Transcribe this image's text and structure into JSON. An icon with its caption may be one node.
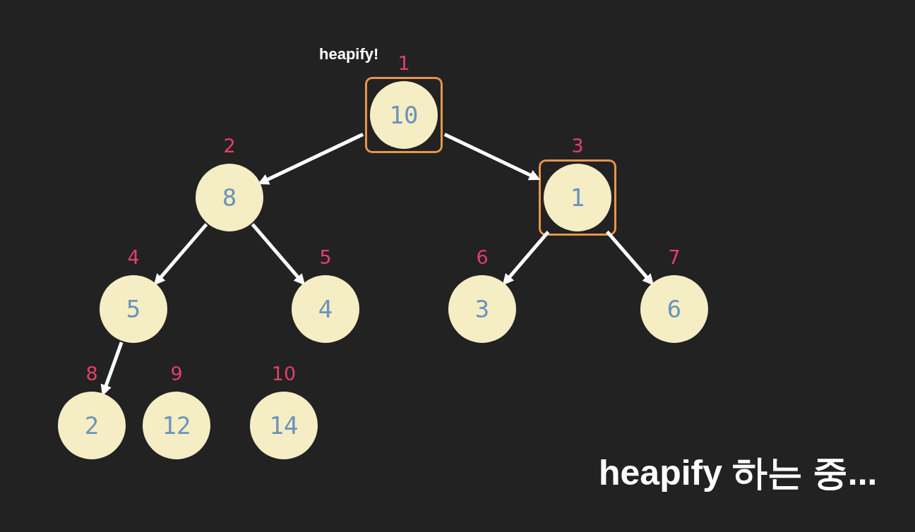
{
  "diagram": {
    "nodes": [
      {
        "text": [],
        "shape": "box"
      },
      {
        "text": [
          "10"
        ],
        "beside": [
          "1"
        ],
        "in": 0
      },
      {
        "text": [
          "8"
        ],
        "beside": [
          "2"
        ]
      },
      {
        "text": [],
        "shape": "box"
      },
      {
        "text": [
          "1"
        ],
        "beside": [
          "3"
        ],
        "in": 3
      },
      {
        "text": [
          "5"
        ],
        "beside": [
          "4"
        ]
      },
      {
        "text": [
          "4"
        ],
        "beside": [
          "5"
        ]
      },
      {
        "text": [
          "3"
        ],
        "beside": [
          "6"
        ]
      },
      {
        "text": [
          "6"
        ],
        "beside": [
          "7"
        ]
      },
      {
        "text": [
          "2"
        ],
        "beside": [
          "8"
        ]
      },
      {
        "text": [
          "12"
        ],
        "beside": [
          "9"
        ]
      },
      {
        "text": [
          "14"
        ],
        "beside": [
          "10"
        ]
      }
    ],
    "edges": [
      {
        "from": 1,
        "to": 2,
        "arrow": "to"
      },
      {
        "from": 1,
        "to": 4,
        "arrow": "to"
      },
      {
        "from": 2,
        "to": 5,
        "arrow": "to"
      },
      {
        "from": 2,
        "to": 6,
        "arrow": "to"
      },
      {
        "from": 4,
        "to": 7,
        "arrow": "to"
      },
      {
        "from": 4,
        "to": 8,
        "arrow": "to"
      },
      {
        "from": 5,
        "to": 9,
        "arrow": "to"
      }
    ],
    "labels": [
      "heapify!",
      "heapify 하는 중..."
    ]
  }
}
